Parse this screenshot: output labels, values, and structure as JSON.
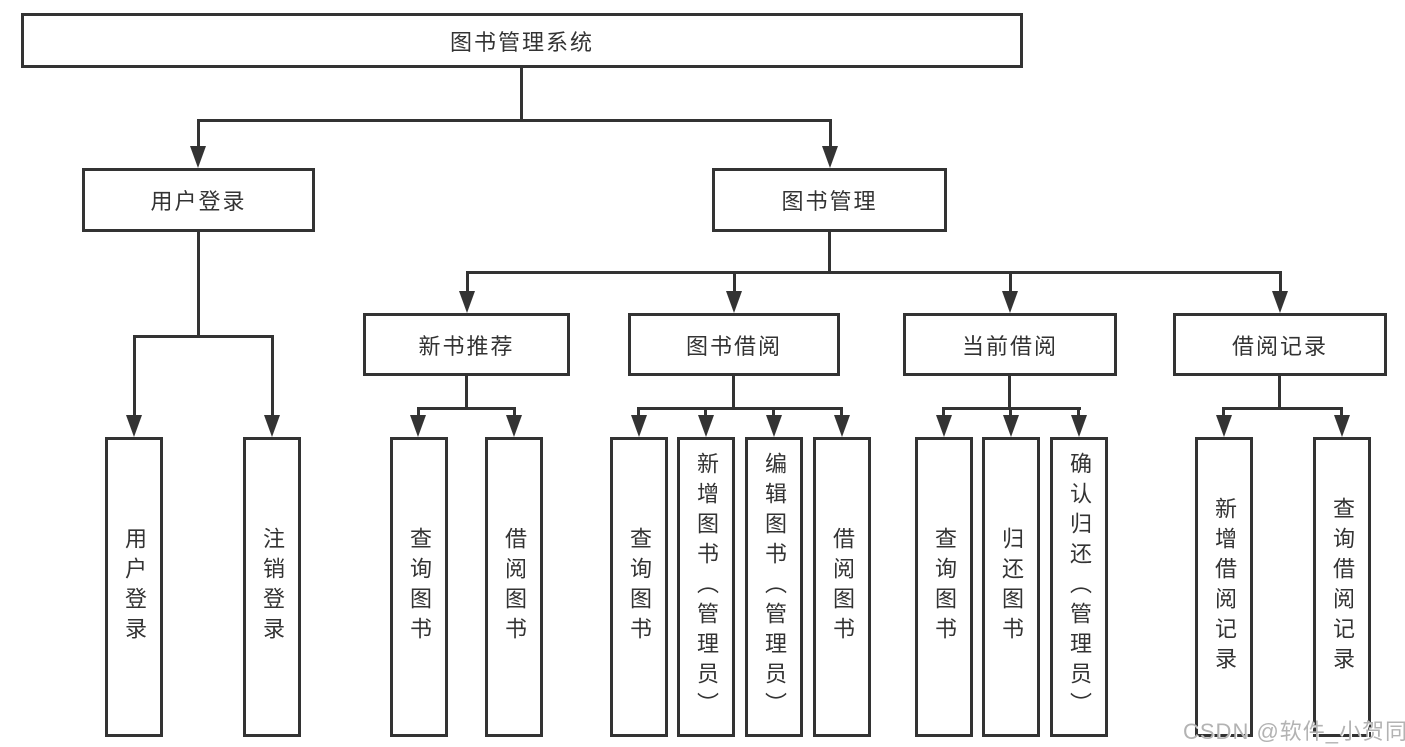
{
  "tree": {
    "root": {
      "label": "图书管理系统",
      "children": [
        {
          "label": "用户登录",
          "children": [
            {
              "label": "用户登录"
            },
            {
              "label": "注销登录"
            }
          ]
        },
        {
          "label": "图书管理",
          "children": [
            {
              "label": "新书推荐",
              "children": [
                {
                  "label": "查询图书"
                },
                {
                  "label": "借阅图书"
                }
              ]
            },
            {
              "label": "图书借阅",
              "children": [
                {
                  "label": "查询图书"
                },
                {
                  "label": "新增图书（管理员）"
                },
                {
                  "label": "编辑图书（管理员）"
                },
                {
                  "label": "借阅图书"
                }
              ]
            },
            {
              "label": "当前借阅",
              "children": [
                {
                  "label": "查询图书"
                },
                {
                  "label": "归还图书"
                },
                {
                  "label": "确认归还（管理员）"
                }
              ]
            },
            {
              "label": "借阅记录",
              "children": [
                {
                  "label": "新增借阅记录"
                },
                {
                  "label": "查询借阅记录"
                }
              ]
            }
          ]
        }
      ]
    }
  },
  "watermark": "CSDN @软件_小贺同学",
  "colors": {
    "line": "#333333",
    "box_border": "#333333",
    "text": "#333333",
    "background": "#ffffff",
    "watermark": "#b3b3b3"
  }
}
